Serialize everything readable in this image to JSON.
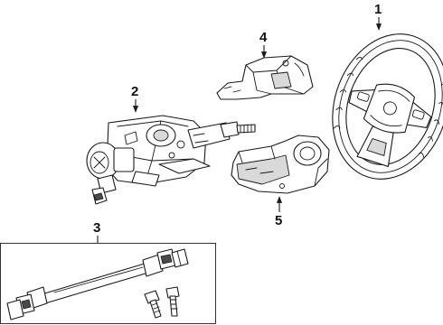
{
  "callouts": [
    {
      "id": "1",
      "label": "1"
    },
    {
      "id": "2",
      "label": "2"
    },
    {
      "id": "3",
      "label": "3"
    },
    {
      "id": "4",
      "label": "4"
    },
    {
      "id": "5",
      "label": "5"
    }
  ],
  "parts": {
    "steering_wheel": "1",
    "steering_column": "2",
    "intermediate_shaft": "3",
    "upper_shroud": "4",
    "lower_shroud": "5"
  }
}
